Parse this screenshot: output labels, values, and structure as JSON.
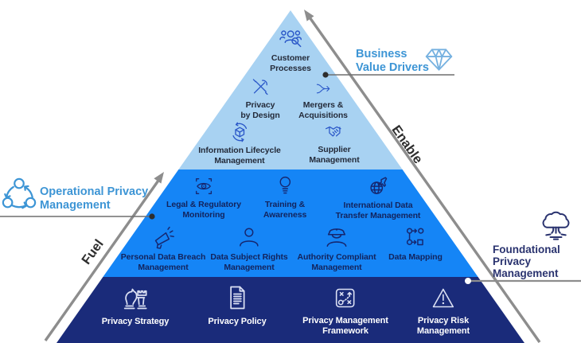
{
  "annotations": {
    "operational_label": "Operational Privacy\nManagement",
    "business_label": "Business\nValue Drivers",
    "foundational_label": "Foundational\nPrivacy\nManagement",
    "fuel_label": "Fuel",
    "enable_label": "Enable"
  },
  "pyramid": {
    "top_layer": {
      "items": [
        {
          "icon": "customer-group-search-icon",
          "label": "Customer\nProcesses"
        },
        {
          "icon": "crossed-tools-icon",
          "label": "Privacy\nby Design"
        },
        {
          "icon": "merge-arrow-icon",
          "label": "Mergers &\nAcquisitions"
        },
        {
          "icon": "cube-lifecycle-icon",
          "label": "Information Lifecycle\nManagement"
        },
        {
          "icon": "handshake-icon",
          "label": "Supplier\nManagement"
        }
      ]
    },
    "middle_layer": {
      "items": [
        {
          "icon": "eye-scan-icon",
          "label": "Legal & Regulatory\nMonitoring"
        },
        {
          "icon": "lightbulb-icon",
          "label": "Training &\nAwareness"
        },
        {
          "icon": "globe-plane-icon",
          "label": "International Data\nTransfer Management"
        },
        {
          "icon": "megaphone-icon",
          "label": "Personal Data Breach\nManagement"
        },
        {
          "icon": "person-icon",
          "label": "Data Subject Rights\nManagement"
        },
        {
          "icon": "police-officer-icon",
          "label": "Authority Compliant\nManagement"
        },
        {
          "icon": "flowchart-icon",
          "label": "Data Mapping"
        }
      ]
    },
    "bottom_layer": {
      "items": [
        {
          "icon": "chess-pieces-icon",
          "label": "Privacy Strategy"
        },
        {
          "icon": "document-icon",
          "label": "Privacy Policy"
        },
        {
          "icon": "strategy-board-icon",
          "label": "Privacy Management\nFramework"
        },
        {
          "icon": "warning-triangle-icon",
          "label": "Privacy Risk\nManagement"
        }
      ]
    }
  },
  "colors": {
    "layer_top": "#a8d2f2",
    "layer_middle": "#1585f6",
    "layer_bottom": "#1a2b7a",
    "accent_blue_label": "#3d95d5",
    "navy_label": "#2a336f",
    "arrow_gray": "#8d8d8d"
  }
}
